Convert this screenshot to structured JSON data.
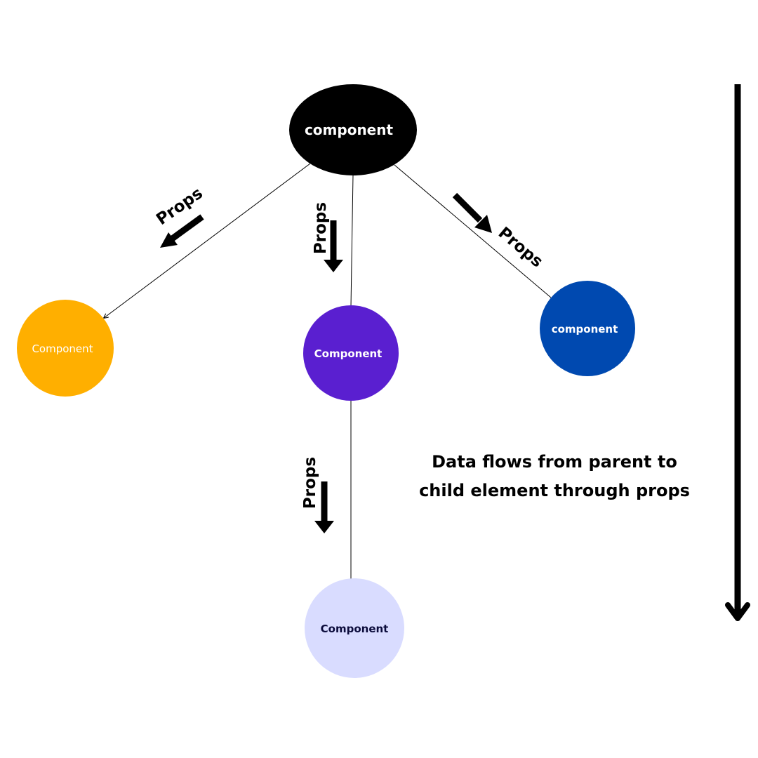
{
  "nodes": {
    "root": {
      "label": "component",
      "color": "#000000",
      "text_color": "#ffffff"
    },
    "left": {
      "label": "Component",
      "color": "#FFAF00",
      "text_color": "#ffffff"
    },
    "middle": {
      "label": "Component",
      "color": "#5A1FD0",
      "text_color": "#ffffff"
    },
    "right": {
      "label": "component",
      "color": "#0049B0",
      "text_color": "#ffffff"
    },
    "bottom": {
      "label": "Component",
      "color": "#D9DCFF",
      "text_color": "#0B0B3B"
    }
  },
  "edge_labels": {
    "left": "Props",
    "middle": "Props",
    "right": "Props",
    "lower": "Props"
  },
  "caption": {
    "line1": "Data flows from parent to",
    "line2": "child element through props"
  }
}
